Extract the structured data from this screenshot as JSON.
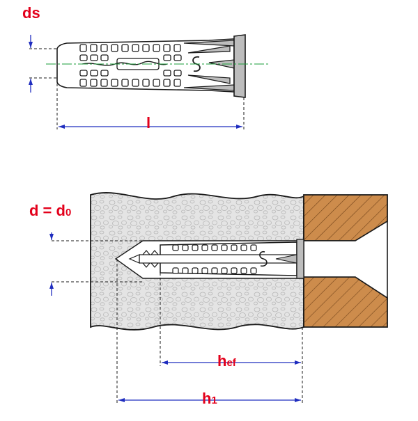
{
  "labels": {
    "ds": "ds",
    "l": "l",
    "d_main": "d = d",
    "d_sub": "0",
    "hef_main": "h",
    "hef_sub": "ef",
    "h1_main": "h",
    "h1_sub": "1"
  },
  "colors": {
    "label_red": "#e3001b",
    "dimension_blue": "#1f2dbf",
    "centerline_green": "#1a9e3a",
    "concrete": "#e2e2e2",
    "wood": "#c98a4a",
    "outline": "#1a1a1a"
  }
}
